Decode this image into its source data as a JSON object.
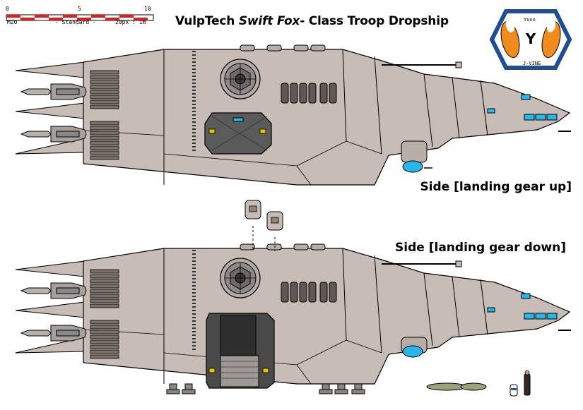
{
  "header": {
    "title_prefix": "VulpTech ",
    "title_italic": "Swift Fox",
    "title_suffix": "- Class Troop Dropship"
  },
  "scale": {
    "ticks": [
      "0",
      "5",
      "10"
    ],
    "left_caption": "M20",
    "mid_caption": "- Standard -",
    "right_caption": "20px : 1m"
  },
  "logo": {
    "top_text": "Yuvo",
    "center_text": "Y",
    "bottom_text": "J-VINE"
  },
  "views": {
    "gear_up_label": "Side [landing gear up]",
    "gear_down_label": "Side [landing gear down]"
  },
  "colors": {
    "hull": "#c8bdb6",
    "hull_dark": "#a89c95",
    "outline": "#000000",
    "window": "#29b6e8",
    "hatch": "#5a5a5a",
    "logo_frame": "#1f4e93",
    "logo_fox": "#f08c1e"
  }
}
